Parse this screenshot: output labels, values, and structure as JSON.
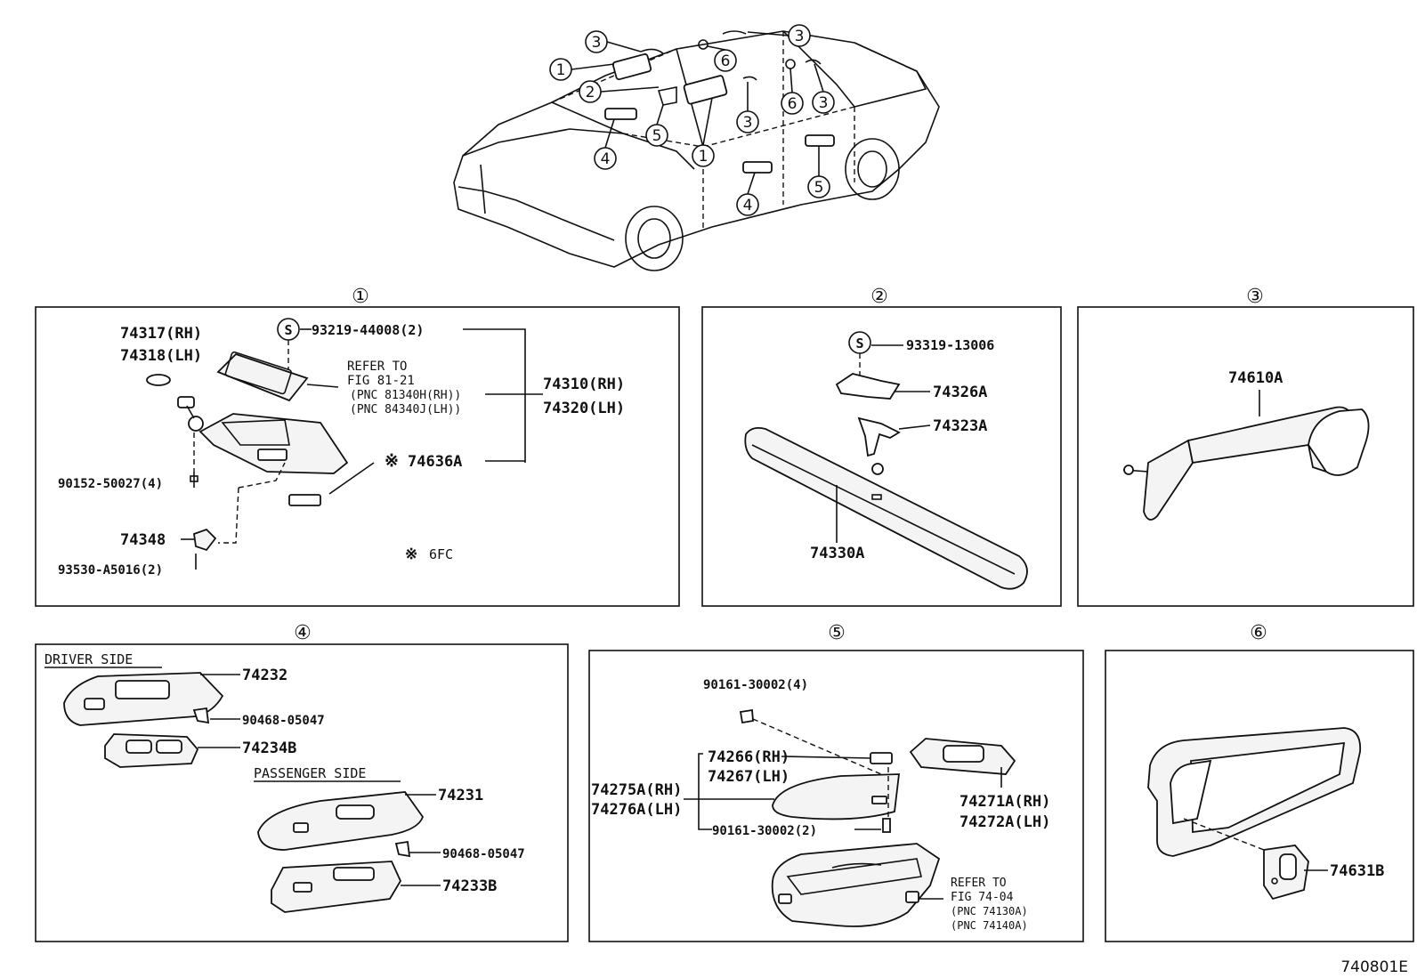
{
  "overview": {
    "callouts": [
      "3",
      "1",
      "2",
      "5",
      "4",
      "1",
      "6",
      "3",
      "3",
      "6",
      "3",
      "4",
      "5"
    ]
  },
  "panels": [
    {
      "id": "1",
      "labels": {
        "a1": "74317(RH)",
        "a2": "74318(LH)",
        "s_part": "93219-44008(2)",
        "refer1": "REFER TO",
        "refer2": "FIG 81-21",
        "refer3": "(PNC 81340H(RH))",
        "refer4": "(PNC 84340J(LH))",
        "main1": "74310(RH)",
        "main2": "74320(LH)",
        "mark_part": "74636A",
        "screw": "90152-50027(4)",
        "bracket": "74348",
        "screw2": "93530-A5016(2)",
        "note": "6FC"
      }
    },
    {
      "id": "2",
      "labels": {
        "s_part": "93319-13006",
        "bracket": "74326A",
        "holder": "74323A",
        "garnish": "74330A"
      }
    },
    {
      "id": "3",
      "labels": {
        "grip": "74610A"
      }
    },
    {
      "id": "4",
      "labels": {
        "driver": "DRIVER SIDE",
        "cover_d": "74232",
        "clip_d": "90468-05047",
        "body_d": "74234B",
        "passenger": "PASSENGER SIDE",
        "cover_p": "74231",
        "clip_p": "90468-05047",
        "body_p": "74233B"
      }
    },
    {
      "id": "5",
      "labels": {
        "screw_top": "90161-30002(4)",
        "p1": "74266(RH)",
        "p2": "74267(LH)",
        "p3": "74275A(RH)",
        "p4": "74276A(LH)",
        "screw_bot": "90161-30002(2)",
        "p5": "74271A(RH)",
        "p6": "74272A(LH)",
        "refer1": "REFER TO",
        "refer2": "FIG 74-04",
        "refer3": "(PNC 74130A)",
        "refer4": "(PNC 74140A)"
      }
    },
    {
      "id": "6",
      "labels": {
        "lamp": "74631B"
      }
    }
  ],
  "symbols": {
    "s": "S",
    "mark": "※"
  },
  "footer": {
    "figure_code": "740801E"
  }
}
